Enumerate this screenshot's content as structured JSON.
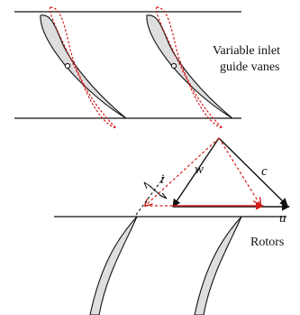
{
  "labels": {
    "igv_line1": "Variable inlet",
    "igv_line2": "guide vanes",
    "rotors": "Rotors",
    "incidence": "i",
    "relative_velocity": "w",
    "absolute_velocity": "c",
    "blade_speed": "u"
  },
  "colors": {
    "ink": "#111111",
    "blade_fill": "#dedede",
    "rotated_vane": "#d11a1a"
  }
}
